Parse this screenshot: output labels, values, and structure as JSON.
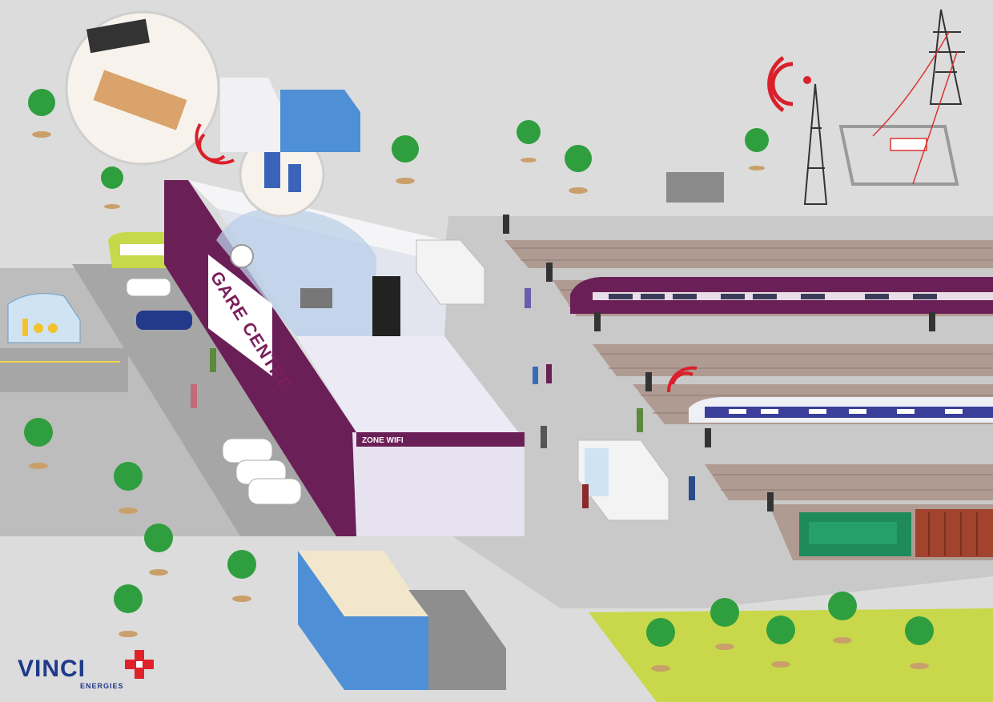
{
  "scene": {
    "station_sign": "GARE CENTRE",
    "wifi_zone_label": "ZONE WIFI"
  },
  "logo": {
    "brand": "VINCI",
    "subtitle": "ENERGIES"
  },
  "colors": {
    "ground": "#dcdcdc",
    "road": "#a7a7a7",
    "platform": "#c8c8c8",
    "station_wall": "#6b1f57",
    "wifi_signal": "#d9202b",
    "tree": "#2f9e3e",
    "grass": "#c8d84a",
    "logo_blue": "#1f3a8a",
    "logo_red": "#e0222a"
  }
}
